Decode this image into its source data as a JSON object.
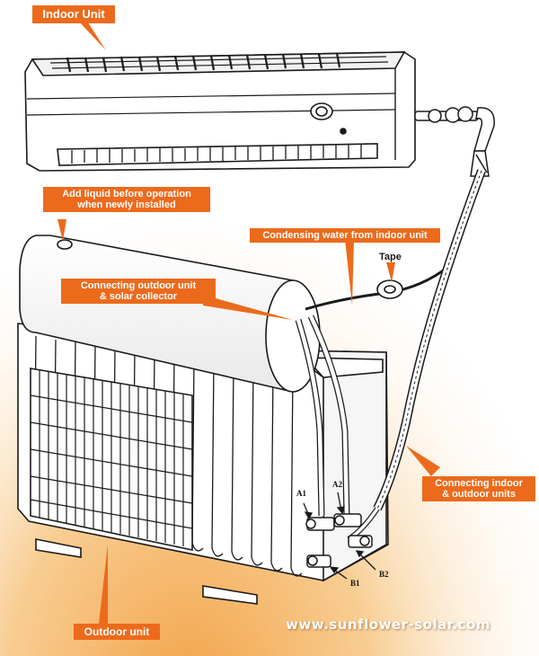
{
  "labels": {
    "indoor_unit": "Indoor Unit",
    "add_liquid": "Add liquid before operation\nwhen newly installed",
    "condensing_water": "Condensing water from indoor unit",
    "tape": "Tape",
    "connecting_outdoor_solar": "Connecting outdoor unit\n& solar collector",
    "connecting_indoor_outdoor": "Connecting indoor\n& outdoor units",
    "outdoor_unit": "Outdoor unit",
    "a1": "A1",
    "a2": "A2",
    "b1": "B1",
    "b2": "B2"
  },
  "watermark": "www.sunflower-solar.com",
  "colors": {
    "callout": "#ec6a1c",
    "line": "#1a1a1a",
    "background_glow": "#f7b25c"
  }
}
